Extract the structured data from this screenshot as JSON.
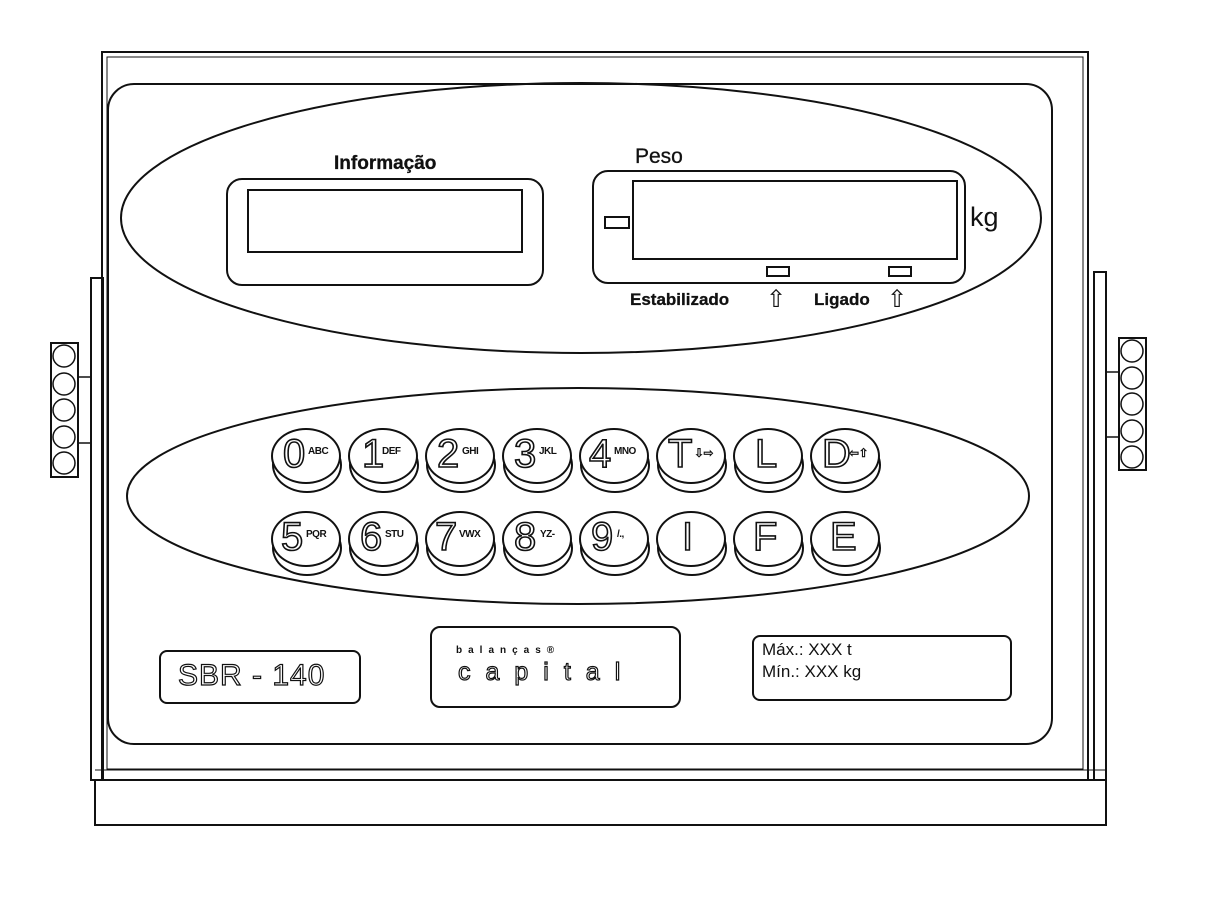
{
  "display": {
    "info_label": "Informação",
    "weight_label": "Peso",
    "unit": "kg",
    "minus_sign": "–",
    "stable_label": "Estabilizado",
    "on_label": "Ligado",
    "arrow": "⇧"
  },
  "keypad": {
    "row1": [
      {
        "main": "0",
        "sub": "ABC"
      },
      {
        "main": "1",
        "sub": "DEF"
      },
      {
        "main": "2",
        "sub": "GHI"
      },
      {
        "main": "3",
        "sub": "JKL"
      },
      {
        "main": "4",
        "sub": "MNO"
      },
      {
        "main": "T",
        "sub": "⇩⇨"
      },
      {
        "main": "L",
        "sub": ""
      },
      {
        "main": "D",
        "sub": "⇦⇧"
      }
    ],
    "row2": [
      {
        "main": "5",
        "sub": "PQR"
      },
      {
        "main": "6",
        "sub": "STU"
      },
      {
        "main": "7",
        "sub": "VWX"
      },
      {
        "main": "8",
        "sub": "YZ-"
      },
      {
        "main": "9",
        "sub": "/.,"
      },
      {
        "main": "I",
        "sub": ""
      },
      {
        "main": "F",
        "sub": ""
      },
      {
        "main": "E",
        "sub": ""
      }
    ]
  },
  "model": "SBR - 140",
  "brand": {
    "small": "balanças®",
    "name": "capital"
  },
  "specs": {
    "max": "Máx.: XXX t",
    "min": "Mín.: XXX kg"
  }
}
